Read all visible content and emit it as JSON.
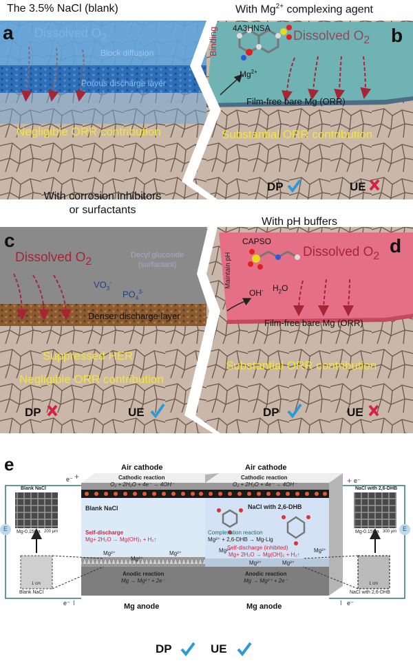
{
  "panel_a": {
    "title": "The 3.5% NaCl (blank)",
    "letter": "a",
    "dissolved_o2": "Dissolved O",
    "o2_sub": "2",
    "block_diffusion": "Block diffusion",
    "porous_layer": "Porous discharge layer",
    "orr": "Negligible ORR contribution"
  },
  "panel_b": {
    "title": "With Mg",
    "title_sup": "2+",
    "title_rest": " complexing agent",
    "letter": "b",
    "agent": "4A3HNSA",
    "dissolved_o2": "Dissolved O",
    "o2_sub": "2",
    "binding": "Binding",
    "mg_ion": "Mg",
    "mg_sup": "2+",
    "film_free": "Film-free bare Mg (ORR)",
    "orr": "Substantial ORR contribution",
    "dp": "DP",
    "ue": "UE"
  },
  "panel_c": {
    "title_line1": "With corrosion inhibitors",
    "title_line2": "or surfactants",
    "letter": "c",
    "dissolved_o2": "Dissolved O",
    "o2_sub": "2",
    "surfactant_line1": "Decyl glucoside",
    "surfactant_line2": "(surfactant)",
    "vo3": "VO",
    "vo3_sub": "3",
    "vo3_sup": "-",
    "po4": "PO",
    "po4_sub": "4",
    "po4_sup": "3-",
    "denser": "Denser discharge layer",
    "her": "Suppressed HER",
    "orr": "Negligible ORR contribution",
    "dp": "DP",
    "ue": "UE"
  },
  "panel_d": {
    "title": "With pH buffers",
    "letter": "d",
    "agent": "CAPSO",
    "maintain": "Maintain pH",
    "oh": "OH",
    "oh_sup": "-",
    "h2o": "H",
    "h2o_sub": "2",
    "h2o_rest": "O",
    "dissolved_o2": "Dissolved O",
    "o2_sub": "2",
    "film_free": "Film-free bare Mg (ORR)",
    "orr": "Substantial ORR contribution",
    "dp": "DP",
    "ue": "UE"
  },
  "panel_e": {
    "letter": "e",
    "air_cathode_left": "Air cathode",
    "air_cathode_right": "Air cathode",
    "cathodic_left": "Cathodic reaction",
    "cathodic_right": "Cathodic reaction",
    "cathodic_eq": "O₂ + 2H₂O + 4e⁻ → 4OH⁻",
    "blank_nacl": "Blank NaCl",
    "nacl_dhb": "NaCl with 2,6-DHB",
    "self_discharge": "Self-discharge",
    "self_eq": "Mg+ 2H₂O → Mg(OH)₂ + H₂↑",
    "complexation": "Complexation reaction",
    "complex_eq": "Mg²⁺ + 2,6-DHB → Mg-Lig",
    "self_inhibited": "Self-discharge (inhibited)",
    "self_eq2": "Mg+ 2H₂O → Mg(OH)₂ + H₂↑",
    "mg2": "Mg²⁺",
    "anodic_left": "Anodic reaction",
    "anodic_right": "Anodic reaction",
    "anodic_eq": "Mg → Mg²⁺ + 2e⁻",
    "mg_anode_left": "Mg anode",
    "mg_anode_right": "Mg anode",
    "left_top_label": "Blank NaCl",
    "left_top_sample": "Mg-0.15Ca",
    "left_top_scale": "200 μm",
    "left_bottom_label": "Blank NaCl",
    "left_bottom_scale": "1 cm",
    "right_top_label": "NaCl with 2,6-DHB",
    "right_top_sample": "Mg-0.15Ca",
    "right_top_scale": "300 μm",
    "right_bottom_label": "NaCl with 2,6-DHB",
    "right_bottom_scale": "1 cm",
    "e_minus": "e⁻",
    "plus": "+",
    "minus": "−",
    "I": "I",
    "E": "E",
    "dp": "DP",
    "ue": "UE"
  },
  "colors": {
    "blue_layer": "#5fa3dd",
    "teal_layer": "#6fb3b5",
    "gray_layer": "#8a8a8a",
    "pink_layer": "#e46f86",
    "arrow_red": "#a52535",
    "check": "#2a9bd8",
    "cross": "#d5204a",
    "yellow_text": "#f4e43c"
  }
}
